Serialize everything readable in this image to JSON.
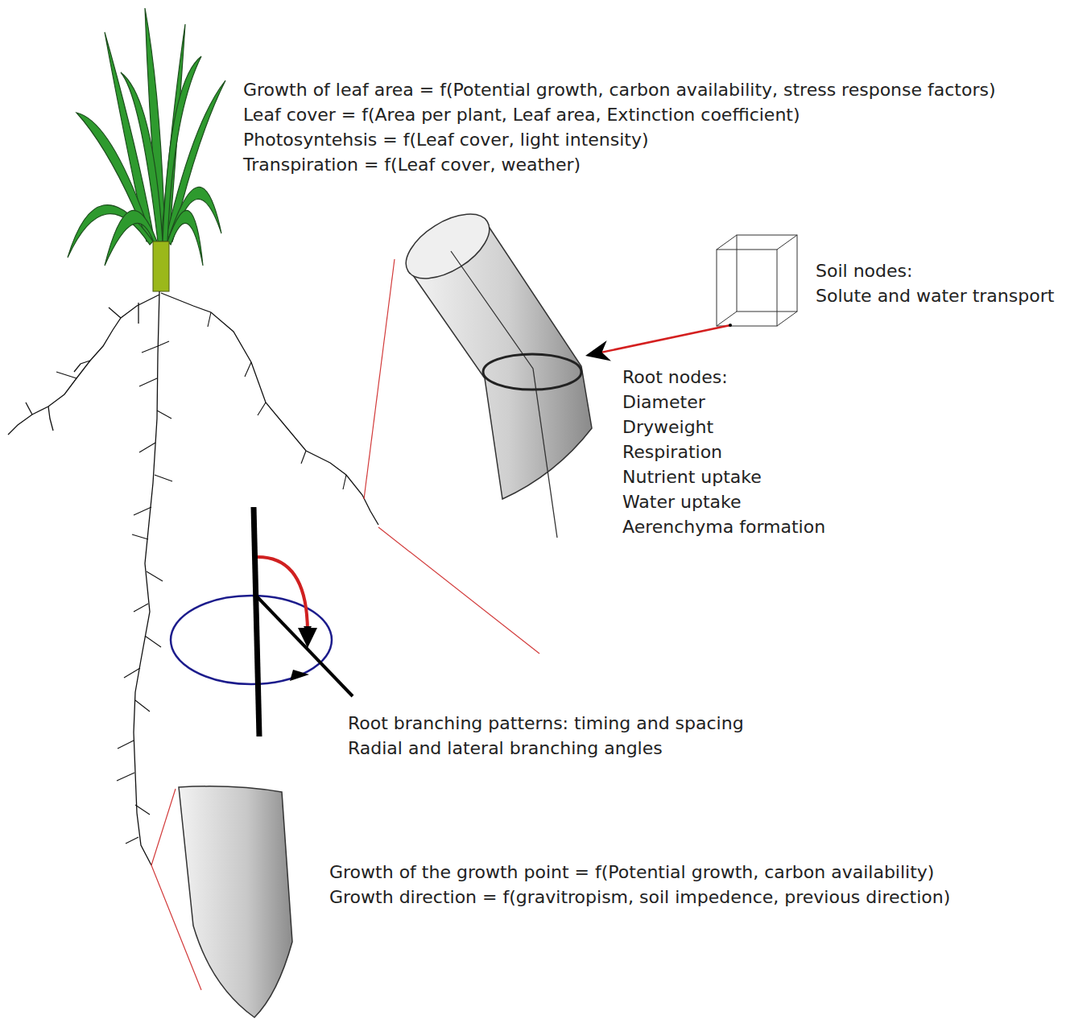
{
  "diagram": {
    "nodes": [
      {
        "text": [
          "Soil nodes:",
          "Solute and water transport"
        ]
      },
      {
        "text": [
          "Root nodes:",
          "Diameter",
          "Dryweight",
          "Respiration",
          "Nutrient uptake",
          "Water uptake",
          "Aerenchyma formation"
        ]
      }
    ],
    "edges": [
      {
        "from": 0,
        "to": 1,
        "arrow": "to"
      }
    ],
    "labels": [
      "Growth of leaf area = f(Potential growth, carbon availability, stress response factors)",
      "Leaf cover = f(Area per plant, Leaf area, Extinction coefficient)",
      "Photosyntehsis = f(Leaf cover, light intensity)",
      "Transpiration = f(Leaf cover, weather)",
      "Root branching patterns: timing and spacing",
      "Radial and lateral branching angles",
      "Growth of the growth point = f(Potential growth, carbon availability)",
      "Growth direction = f(gravitropism, soil impedence, previous direction)"
    ]
  }
}
